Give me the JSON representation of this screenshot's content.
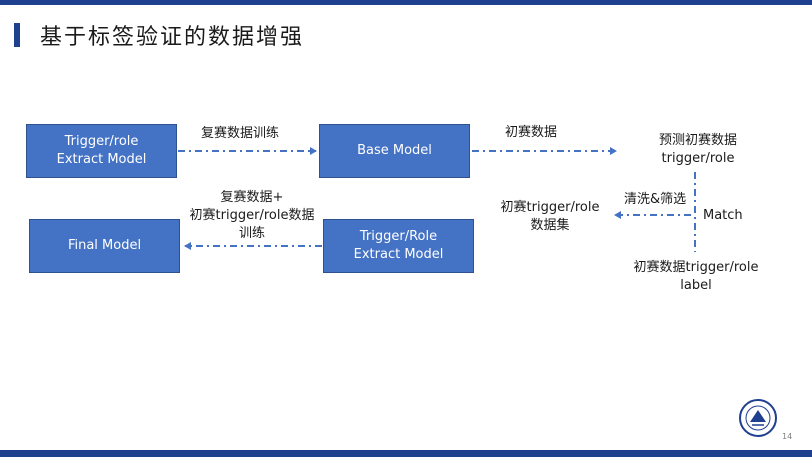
{
  "slide": {
    "title": "基于标签验证的数据增强",
    "page_number": "14"
  },
  "boxes": {
    "trigger_extract": [
      "Trigger/role",
      "Extract Model"
    ],
    "base_model": [
      "Base Model"
    ],
    "final_model": [
      "Final Model"
    ],
    "trigger_role_extract": [
      "Trigger/Role",
      "Extract Model"
    ]
  },
  "labels": {
    "fusai_train": "复赛数据训练",
    "chusai_data": "初赛数据",
    "predict": [
      "预测初赛数据",
      "trigger/role"
    ],
    "match": "Match",
    "clean_filter": "清洗&筛选",
    "dataset": [
      "初赛trigger/role",
      "数据集"
    ],
    "train_combo": [
      "复赛数据+",
      "初赛trigger/role数据",
      "训练"
    ],
    "chusai_label": [
      "初赛数据trigger/role",
      "label"
    ]
  },
  "colors": {
    "accent": "#1f3f8f",
    "box_fill": "#4472c4",
    "arrow": "#4472c4"
  }
}
